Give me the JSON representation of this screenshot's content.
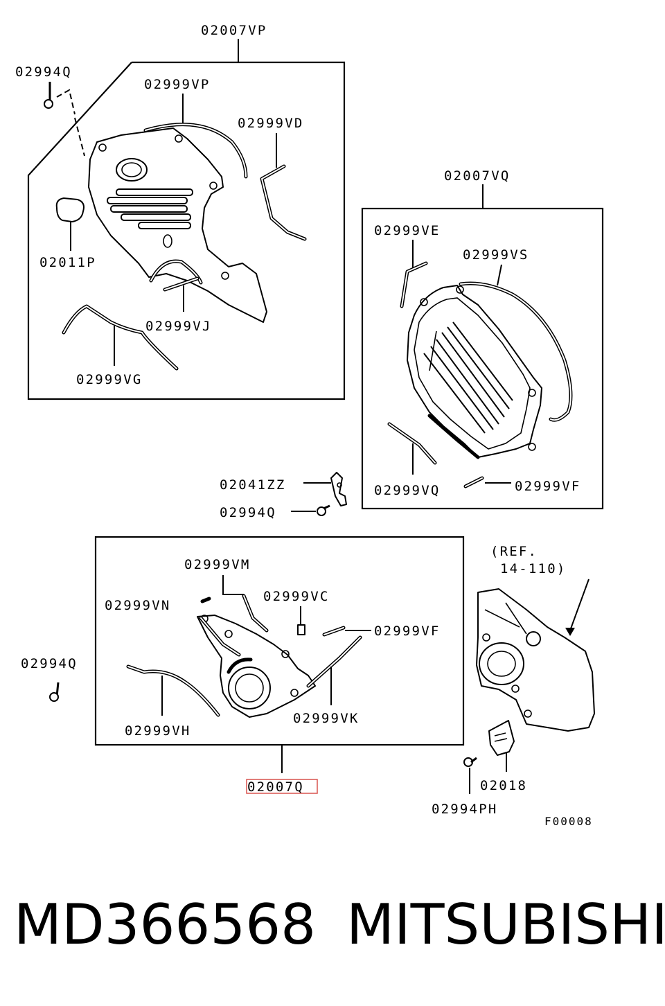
{
  "labels": {
    "top_cover_assy": "02007VP",
    "bolt_top_left": "02994Q",
    "gasket_vp": "02999VP",
    "gasket_vd": "02999VD",
    "plug": "02011P",
    "gasket_vj": "02999VJ",
    "gasket_vg": "02999VG",
    "right_cover_assy": "02007VQ",
    "gasket_ve": "02999VE",
    "gasket_vs": "02999VS",
    "gasket_vq": "02999VQ",
    "gasket_vf_upper": "02999VF",
    "clip": "02041ZZ",
    "bolt_middle": "02994Q",
    "gasket_vm": "02999VM",
    "gasket_vn": "02999VN",
    "gasket_vc": "02999VC",
    "gasket_vf_lower": "02999VF",
    "bolt_left": "02994Q",
    "gasket_vh": "02999VH",
    "gasket_vk": "02999VK",
    "lower_cover_assy": "02007Q",
    "ref_line1": "(REF.",
    "ref_line2": "14-110)",
    "bracket": "02018",
    "bolt_bracket": "02994PH",
    "figure_code": "F00008"
  },
  "highlight_color": "#d9534f",
  "caption": {
    "part_number": "MD366568",
    "brand": "MITSUBISHI"
  }
}
